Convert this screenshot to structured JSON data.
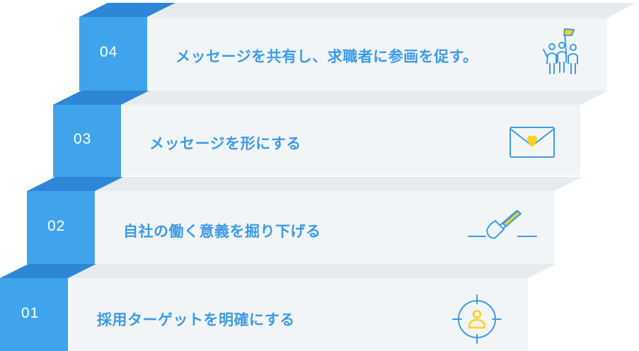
{
  "steps": [
    {
      "number": "04",
      "label": "メッセージを共有し、求職者に参画を促す。",
      "icon": "team-flag-icon"
    },
    {
      "number": "03",
      "label": "メッセージを形にする",
      "icon": "heart-envelope-icon"
    },
    {
      "number": "02",
      "label": "自社の働く意義を掘り下げる",
      "icon": "trowel-dig-icon"
    },
    {
      "number": "01",
      "label": "採用ターゲットを明確にする",
      "icon": "target-person-icon"
    }
  ],
  "colors": {
    "step_front": "#3fa4ec",
    "step_top": "#2a7fd0",
    "step_side": "#5ab4f0",
    "panel": "#f1f4f7",
    "panel_top": "#e4e9ee",
    "text": "#3d9be6",
    "icon_line": "#3d9be6",
    "icon_accent": "#ffd21f"
  }
}
